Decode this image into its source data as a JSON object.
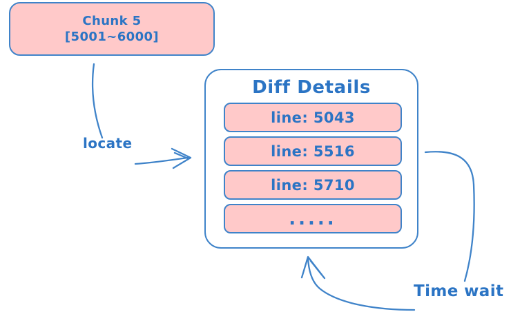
{
  "palette": {
    "node_fill": "#ffc9c9",
    "stroke_blue": "#3f83c9",
    "text_blue": "#2b74c4",
    "background": "#ffffff"
  },
  "chunk_node": {
    "title": "Chunk 5",
    "range": "[5001~6000]"
  },
  "labels": {
    "locate": "locate",
    "time_wait": "Time wait"
  },
  "diff_panel": {
    "title": "Diff Details",
    "rows": [
      "line: 5043",
      "line: 5516",
      "line: 5710",
      "....."
    ]
  },
  "icons": {
    "locate_arrow": "right-arrow",
    "return_arrow": "up-arrow",
    "connector": "curved-line",
    "loop_curve": "curved-line"
  }
}
